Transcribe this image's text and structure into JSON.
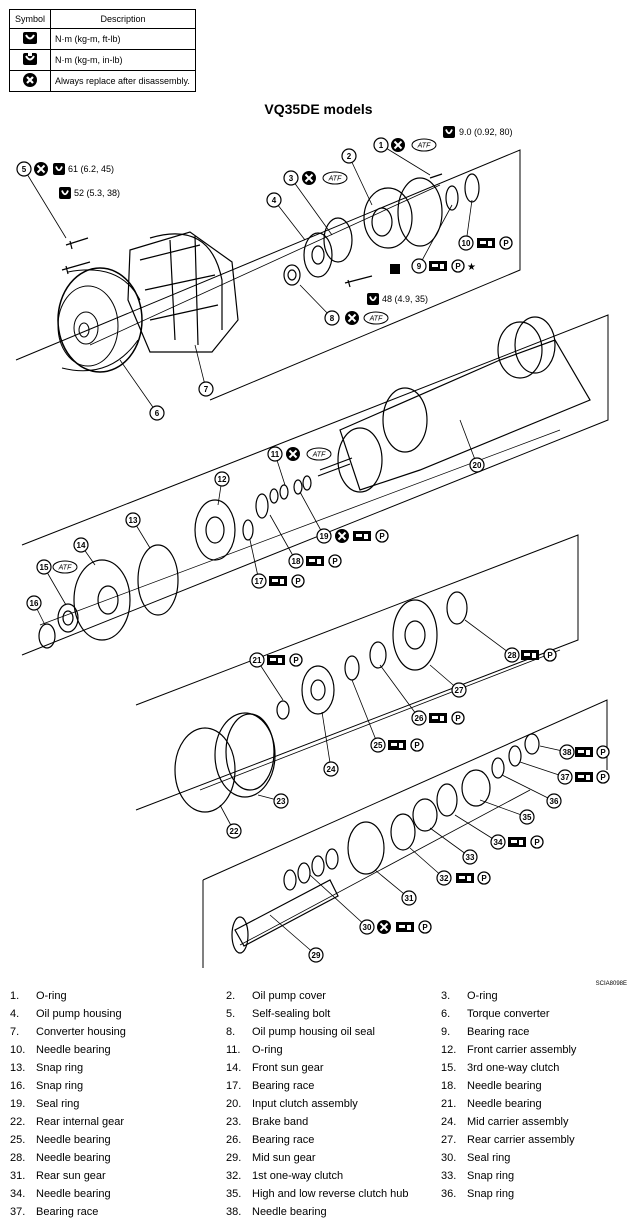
{
  "legend": {
    "header_symbol": "Symbol",
    "header_description": "Description",
    "rows": [
      {
        "icon": "torque-wrench-icon",
        "description": "N·m (kg-m, ft-lb)"
      },
      {
        "icon": "torque-wrench-small-icon",
        "description": "N·m (kg-m, in-lb)"
      },
      {
        "icon": "replace-x-icon",
        "description": "Always replace after disassembly."
      }
    ]
  },
  "title": "VQ35DE models",
  "figure_code": "SCIA8098E",
  "torques": {
    "t5": "61 (6.2, 45)",
    "t52": "52 (5.3, 38)",
    "t9": "9.0 (0.92, 80)",
    "t48": "48 (4.9, 35)"
  },
  "badges": {
    "atf": "ATF",
    "p": "P",
    "star": "★"
  },
  "callouts": [
    "1",
    "2",
    "3",
    "4",
    "5",
    "6",
    "7",
    "8",
    "9",
    "10",
    "11",
    "12",
    "13",
    "14",
    "15",
    "16",
    "17",
    "18",
    "19",
    "20",
    "21",
    "22",
    "23",
    "24",
    "25",
    "26",
    "27",
    "28",
    "29",
    "30",
    "31",
    "32",
    "33",
    "34",
    "35",
    "36",
    "37",
    "38"
  ],
  "parts": [
    {
      "num": "1.",
      "name": "O-ring"
    },
    {
      "num": "2.",
      "name": "Oil pump cover"
    },
    {
      "num": "3.",
      "name": "O-ring"
    },
    {
      "num": "4.",
      "name": "Oil pump housing"
    },
    {
      "num": "5.",
      "name": "Self-sealing bolt"
    },
    {
      "num": "6.",
      "name": "Torque converter"
    },
    {
      "num": "7.",
      "name": "Converter housing"
    },
    {
      "num": "8.",
      "name": "Oil pump housing oil seal"
    },
    {
      "num": "9.",
      "name": "Bearing race"
    },
    {
      "num": "10.",
      "name": "Needle bearing"
    },
    {
      "num": "11.",
      "name": "O-ring"
    },
    {
      "num": "12.",
      "name": "Front carrier assembly"
    },
    {
      "num": "13.",
      "name": "Snap ring"
    },
    {
      "num": "14.",
      "name": "Front sun gear"
    },
    {
      "num": "15.",
      "name": "3rd one-way clutch"
    },
    {
      "num": "16.",
      "name": "Snap ring"
    },
    {
      "num": "17.",
      "name": "Bearing race"
    },
    {
      "num": "18.",
      "name": "Needle bearing"
    },
    {
      "num": "19.",
      "name": "Seal ring"
    },
    {
      "num": "20.",
      "name": "Input clutch assembly"
    },
    {
      "num": "21.",
      "name": "Needle bearing"
    },
    {
      "num": "22.",
      "name": "Rear internal gear"
    },
    {
      "num": "23.",
      "name": "Brake band"
    },
    {
      "num": "24.",
      "name": "Mid carrier assembly"
    },
    {
      "num": "25.",
      "name": "Needle bearing"
    },
    {
      "num": "26.",
      "name": "Bearing race"
    },
    {
      "num": "27.",
      "name": "Rear carrier assembly"
    },
    {
      "num": "28.",
      "name": "Needle bearing"
    },
    {
      "num": "29.",
      "name": "Mid sun gear"
    },
    {
      "num": "30.",
      "name": "Seal ring"
    },
    {
      "num": "31.",
      "name": "Rear sun gear"
    },
    {
      "num": "32.",
      "name": "1st one-way clutch"
    },
    {
      "num": "33.",
      "name": "Snap ring"
    },
    {
      "num": "34.",
      "name": "Needle bearing"
    },
    {
      "num": "35.",
      "name": "High and low reverse clutch hub"
    },
    {
      "num": "36.",
      "name": "Snap ring"
    },
    {
      "num": "37.",
      "name": "Bearing race"
    },
    {
      "num": "38.",
      "name": "Needle bearing"
    }
  ]
}
